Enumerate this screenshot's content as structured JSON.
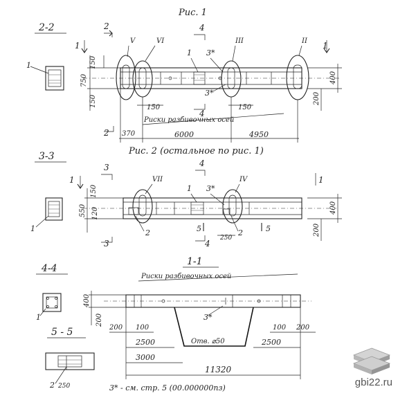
{
  "figures": {
    "fig1_title": "Рис. 1",
    "fig2_title": "Рис. 2 (остальное по рис. 1)"
  },
  "sections": {
    "s22": "2-2",
    "s33": "3-3",
    "s44": "4-4",
    "s55": "5 - 5",
    "s11": "1-1"
  },
  "cut_marks": {
    "c1": "1",
    "c2": "2",
    "c3": "3",
    "c4": "4",
    "c5": "5"
  },
  "callouts": {
    "part1": "1",
    "part2": "2",
    "part3star": "3*",
    "roman_v": "V",
    "roman_vi": "VI",
    "roman_iii": "III",
    "roman_ii": "II",
    "roman_vii": "VII",
    "roman_iv": "IV"
  },
  "notes": {
    "risk_axes": "Риски разбивочных осей",
    "hole": "Отв. ⌀50",
    "footnote": "3* - см. стр. 5 (00.000000пз)"
  },
  "dimensions": {
    "d150": "150",
    "d750": "750",
    "d370": "370",
    "d6000": "6000",
    "d4950": "4950",
    "d200": "200",
    "d400": "400",
    "d550": "550",
    "d120": "120",
    "d250": "250",
    "d100": "100",
    "d2500": "2500",
    "d3000": "3000",
    "d11320": "11320"
  },
  "watermark": {
    "text": "gbi22.ru",
    "icon": "stacked-slabs-icon"
  }
}
